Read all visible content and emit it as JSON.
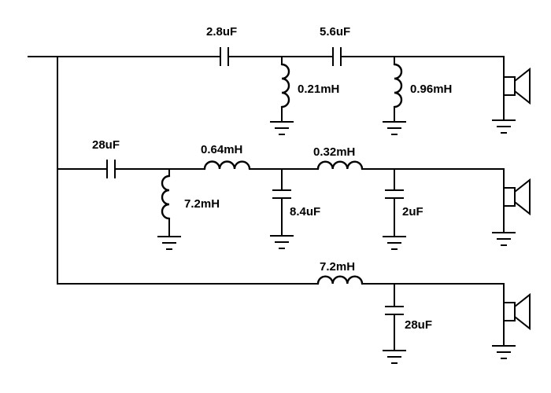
{
  "circuit": {
    "top_branch": {
      "series_cap_1": "2.8uF",
      "series_cap_2": "5.6uF",
      "shunt_ind_1": "0.21mH",
      "shunt_ind_2": "0.96mH"
    },
    "mid_branch": {
      "series_cap": "28uF",
      "shunt_ind": "7.2mH",
      "series_ind_1": "0.64mH",
      "shunt_cap_1": "8.4uF",
      "series_ind_2": "0.32mH",
      "shunt_cap_2": "2uF"
    },
    "bottom_branch": {
      "series_ind": "7.2mH",
      "shunt_cap": "28uF"
    }
  }
}
